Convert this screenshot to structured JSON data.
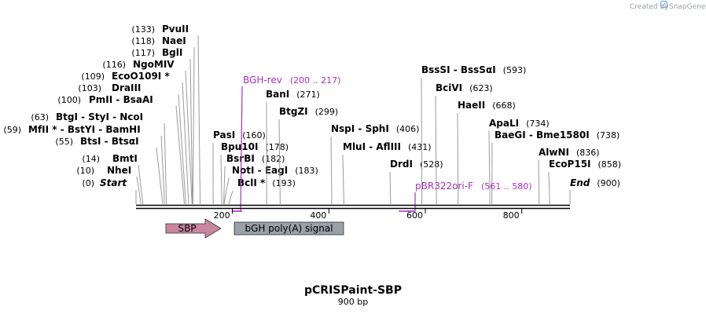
{
  "title": "pCRISPaint-SBP",
  "subtitle": "900 bp",
  "branding": {
    "prefix": "Created by",
    "name": "SnapGene",
    "icon": "snapgene-logo-icon"
  },
  "sequence_length": 900,
  "ruler_ticks": [
    200,
    400,
    600,
    800
  ],
  "features": [
    {
      "name": "SBP",
      "start": 62,
      "end": 175,
      "direction": "forward",
      "color": "#c9869f"
    },
    {
      "name": "bGH poly(A) signal",
      "start": 205,
      "end": 430,
      "direction": "none",
      "color": "#9aa1a8"
    }
  ],
  "primers": [
    {
      "name": "BGH-rev",
      "range_text": "(200 .. 217)",
      "start": 200,
      "end": 217,
      "color": "#a531c7"
    },
    {
      "name": "pBR322ori-F",
      "range_text": "(561 .. 580)",
      "start": 561,
      "end": 580,
      "color": "#a531c7"
    }
  ],
  "sites": [
    {
      "name": "Start",
      "pos_text": "(0)",
      "cut": 0,
      "terminal": true
    },
    {
      "name": "NheI",
      "pos_text": "(10)",
      "cut": 10
    },
    {
      "name": "BmtI",
      "pos_text": "(14)",
      "cut": 14
    },
    {
      "name": "BtsI  -  BtsαI",
      "pos_text": "(55)",
      "cut": 55
    },
    {
      "name": "MfII *  -  BstYI  -  BamHI",
      "pos_text": "(59)",
      "cut": 59
    },
    {
      "name": "BtgI  -  StyI  -  NcoI",
      "pos_text": "(63)",
      "cut": 63
    },
    {
      "name": "PmII  -  BsaAI",
      "pos_text": "(100)",
      "cut": 100
    },
    {
      "name": "DraIII",
      "pos_text": "(103)",
      "cut": 103
    },
    {
      "name": "EcoO109I *",
      "pos_text": "(109)",
      "cut": 109
    },
    {
      "name": "NgoMIV",
      "pos_text": "(116)",
      "cut": 116
    },
    {
      "name": "BglI",
      "pos_text": "(117)",
      "cut": 117
    },
    {
      "name": "NaeI",
      "pos_text": "(118)",
      "cut": 118
    },
    {
      "name": "PvuII",
      "pos_text": "(133)",
      "cut": 133
    },
    {
      "name": "PasI",
      "pos_text": "(160)",
      "cut": 160
    },
    {
      "name": "Bpu10I",
      "pos_text": "(178)",
      "cut": 178
    },
    {
      "name": "BsrBI",
      "pos_text": "(182)",
      "cut": 182
    },
    {
      "name": "NotI  -  EagI",
      "pos_text": "(183)",
      "cut": 183
    },
    {
      "name": "BclI *",
      "pos_text": "(193)",
      "cut": 193
    },
    {
      "name": "BanI",
      "pos_text": "(271)",
      "cut": 271
    },
    {
      "name": "BtgZI",
      "pos_text": "(299)",
      "cut": 299
    },
    {
      "name": "NspI  -  SphI",
      "pos_text": "(406)",
      "cut": 406
    },
    {
      "name": "MluI  -  AflIII",
      "pos_text": "(431)",
      "cut": 431
    },
    {
      "name": "DrdI",
      "pos_text": "(528)",
      "cut": 528
    },
    {
      "name": "BssSI  -  BssSαI",
      "pos_text": "(593)",
      "cut": 593
    },
    {
      "name": "BciVI",
      "pos_text": "(623)",
      "cut": 623
    },
    {
      "name": "HaeII",
      "pos_text": "(668)",
      "cut": 668
    },
    {
      "name": "ApaLI",
      "pos_text": "(734)",
      "cut": 734
    },
    {
      "name": "BaeGI  -  Bme1580I",
      "pos_text": "(738)",
      "cut": 738
    },
    {
      "name": "AlwNI",
      "pos_text": "(836)",
      "cut": 836
    },
    {
      "name": "EcoP15I",
      "pos_text": "(858)",
      "cut": 858
    },
    {
      "name": "End",
      "pos_text": "(900)",
      "cut": 900,
      "terminal": true
    }
  ]
}
